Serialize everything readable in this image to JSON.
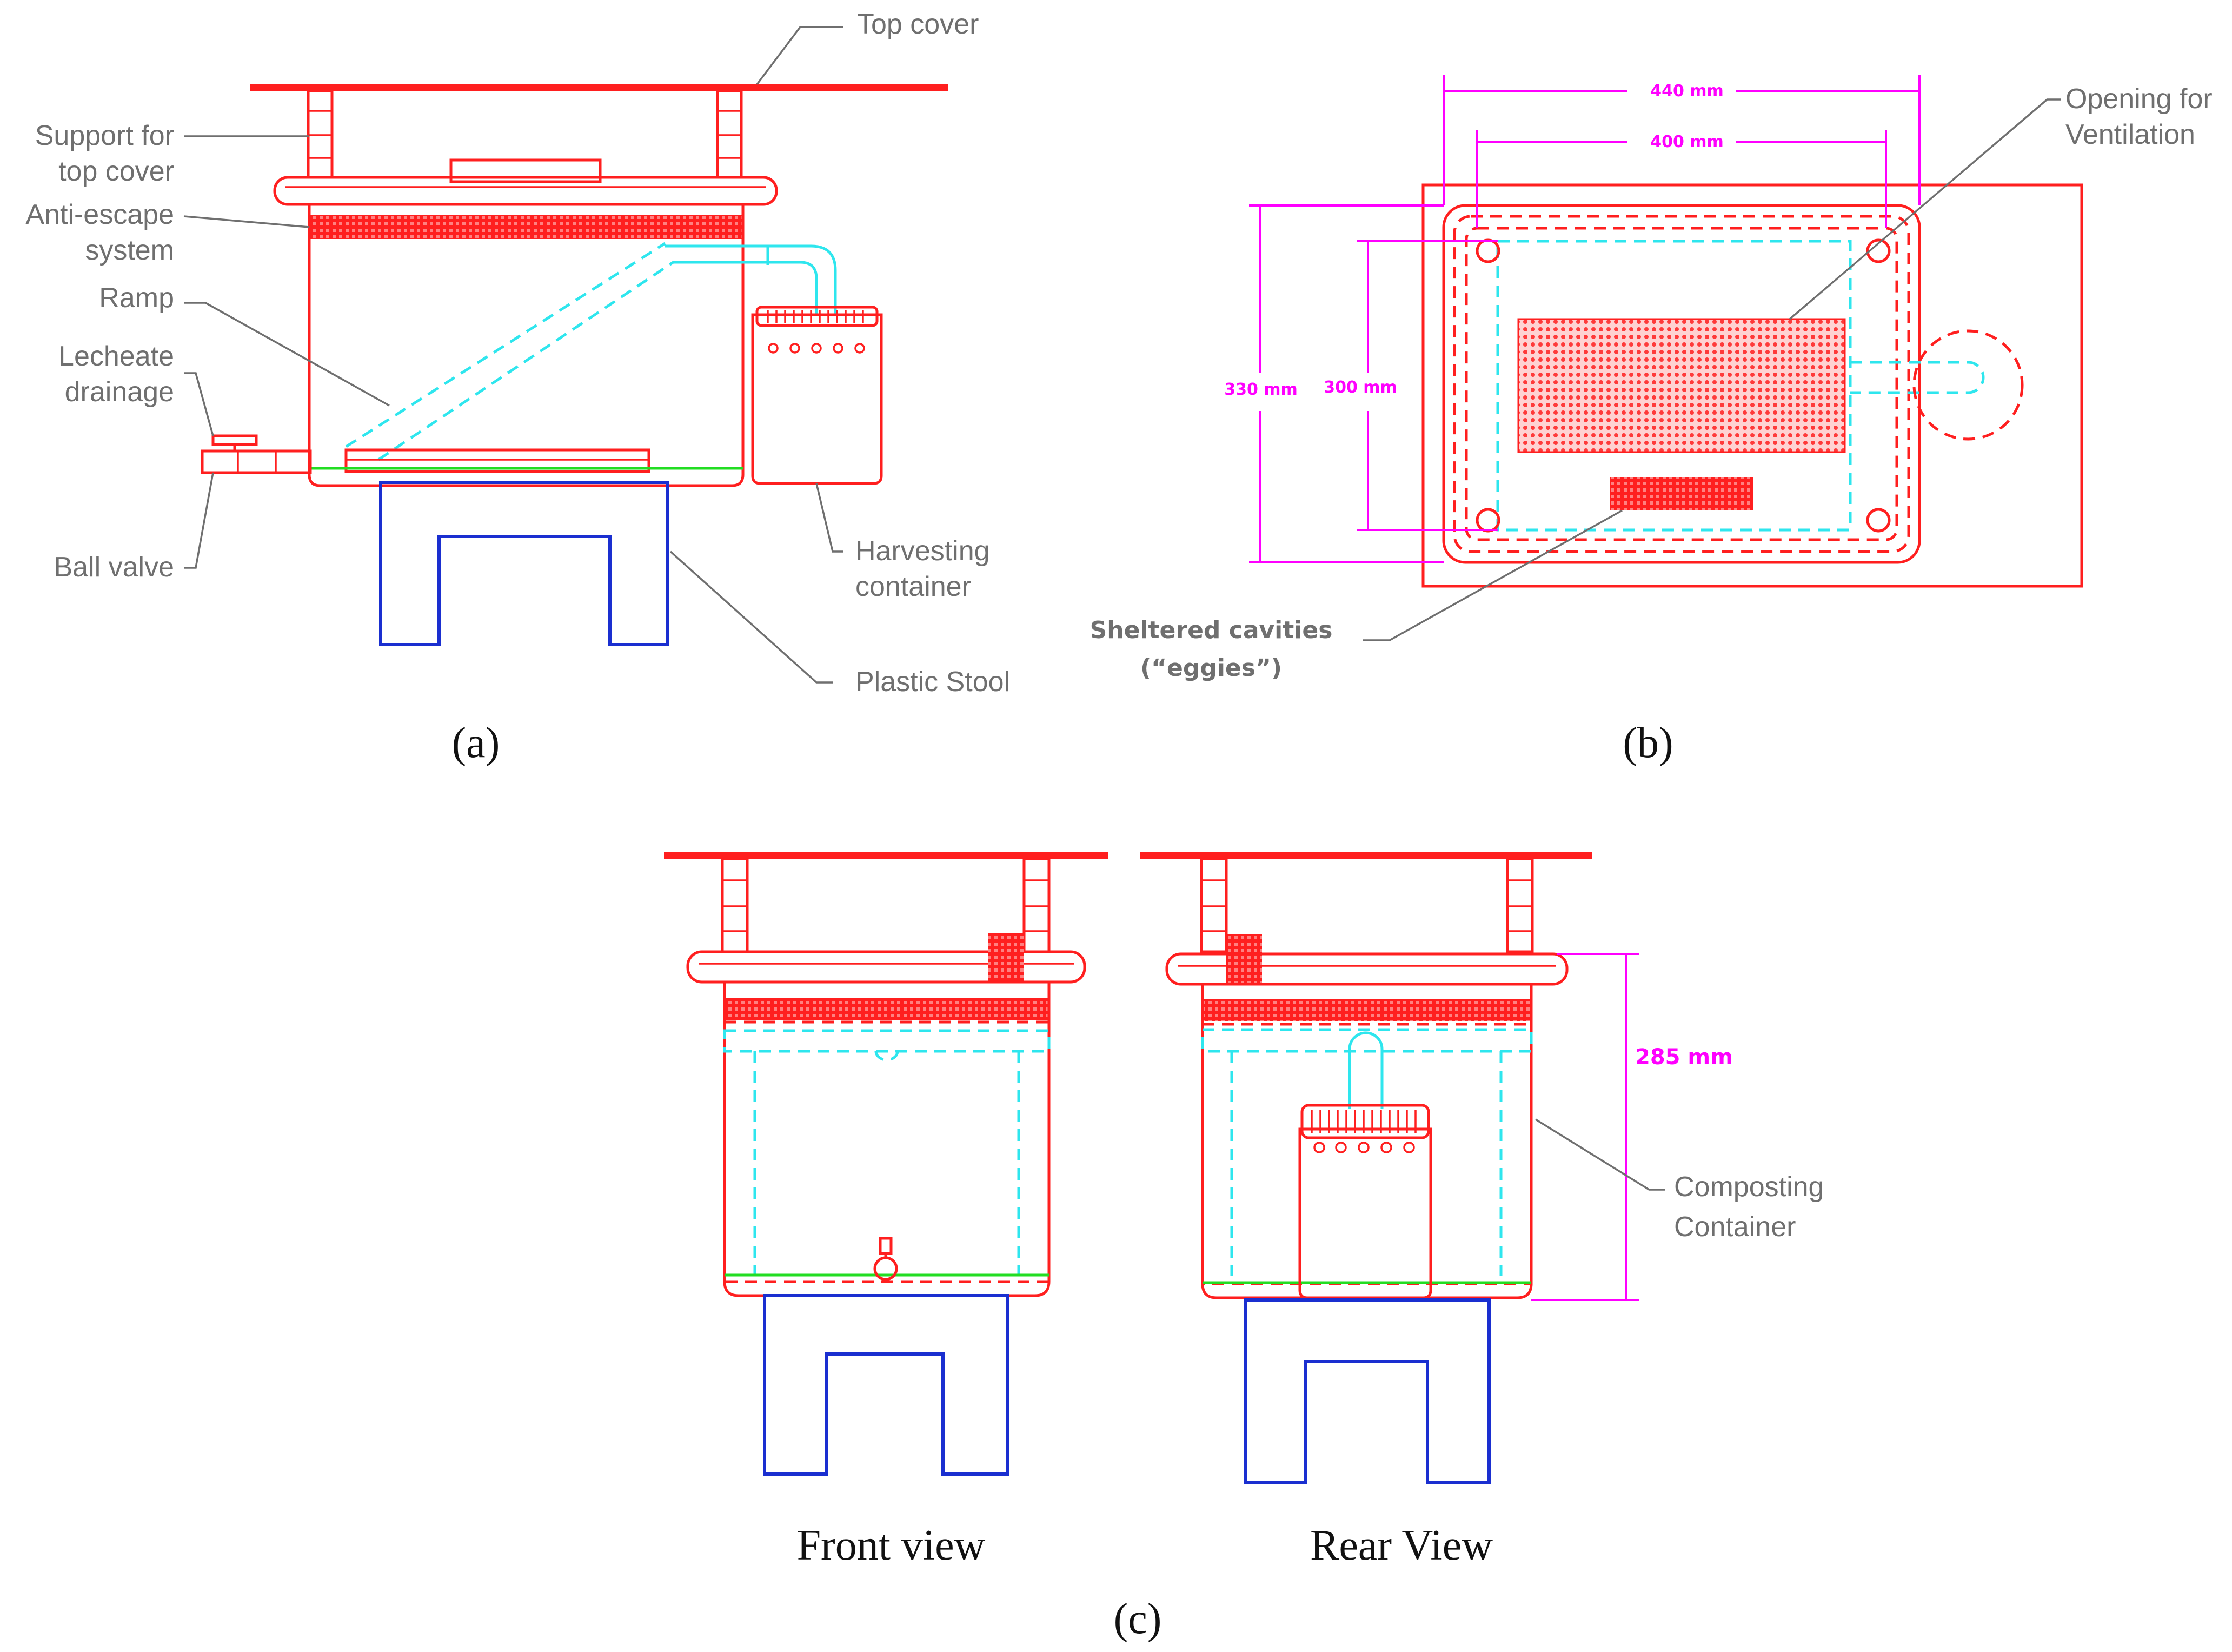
{
  "panel_a": {
    "caption": "(a)",
    "labels": {
      "top_cover": "Top cover",
      "support_1": "Support for",
      "support_2": "top cover",
      "anti_escape_1": "Anti-escape",
      "anti_escape_2": "system",
      "ramp": "Ramp",
      "leachate_1": "Lecheate",
      "leachate_2": "drainage",
      "ball_valve": "Ball valve",
      "harvesting_1": "Harvesting",
      "harvesting_2": "container",
      "stool": "Plastic Stool"
    }
  },
  "panel_b": {
    "caption": "(b)",
    "dimensions": {
      "outer_width": "440 mm",
      "inner_width": "400 mm",
      "outer_height": "330 mm",
      "inner_height": "300 mm"
    },
    "labels": {
      "opening_1": "Opening for",
      "opening_2": "Ventilation",
      "cavities_1": "Sheltered cavities",
      "cavities_2": "(“eggies”)"
    }
  },
  "panel_c": {
    "caption": "(c)",
    "front_view": "Front view",
    "rear_view": "Rear View",
    "height_dim": "285 mm",
    "labels": {
      "composting_1": "Composting",
      "composting_2": "Container"
    }
  },
  "colors": {
    "outline_red": "#ff1f1f",
    "inner_cyan": "#2ee6ee",
    "stool_blue": "#1a2fd0",
    "dimension_magenta": "#ff00ff",
    "base_green": "#22dd22",
    "label_gray": "#6f6f6f"
  }
}
